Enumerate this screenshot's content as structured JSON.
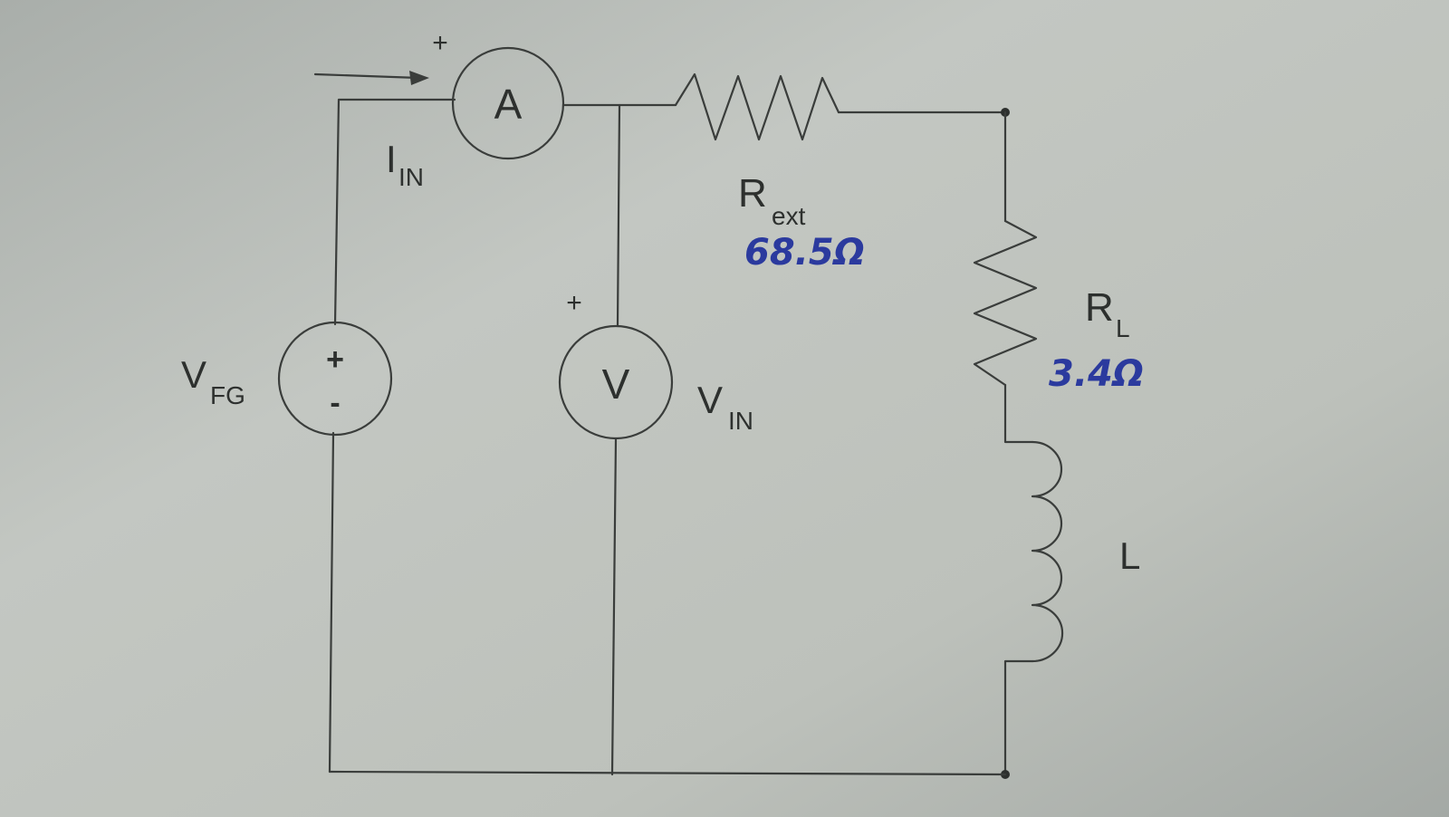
{
  "components": {
    "ammeter": {
      "symbol": "A",
      "polarity": "+"
    },
    "voltmeter": {
      "symbol": "V",
      "polarity": "+"
    },
    "source": {
      "plus": "+",
      "minus": "-"
    }
  },
  "labels": {
    "current": {
      "main": "I",
      "sub": "IN"
    },
    "source_voltage": {
      "main": "V",
      "sub": "FG"
    },
    "input_voltage": {
      "main": "V",
      "sub": "IN"
    },
    "r_ext": {
      "main": "R",
      "sub": "ext",
      "value": "68.5Ω"
    },
    "r_load": {
      "main": "R",
      "sub": "L",
      "value": "3.4Ω"
    },
    "inductor": {
      "main": "L"
    }
  },
  "colors": {
    "paper": "#b9bdb8",
    "ink": "#3a3d3b",
    "handwriting": "#2b3a9e"
  }
}
